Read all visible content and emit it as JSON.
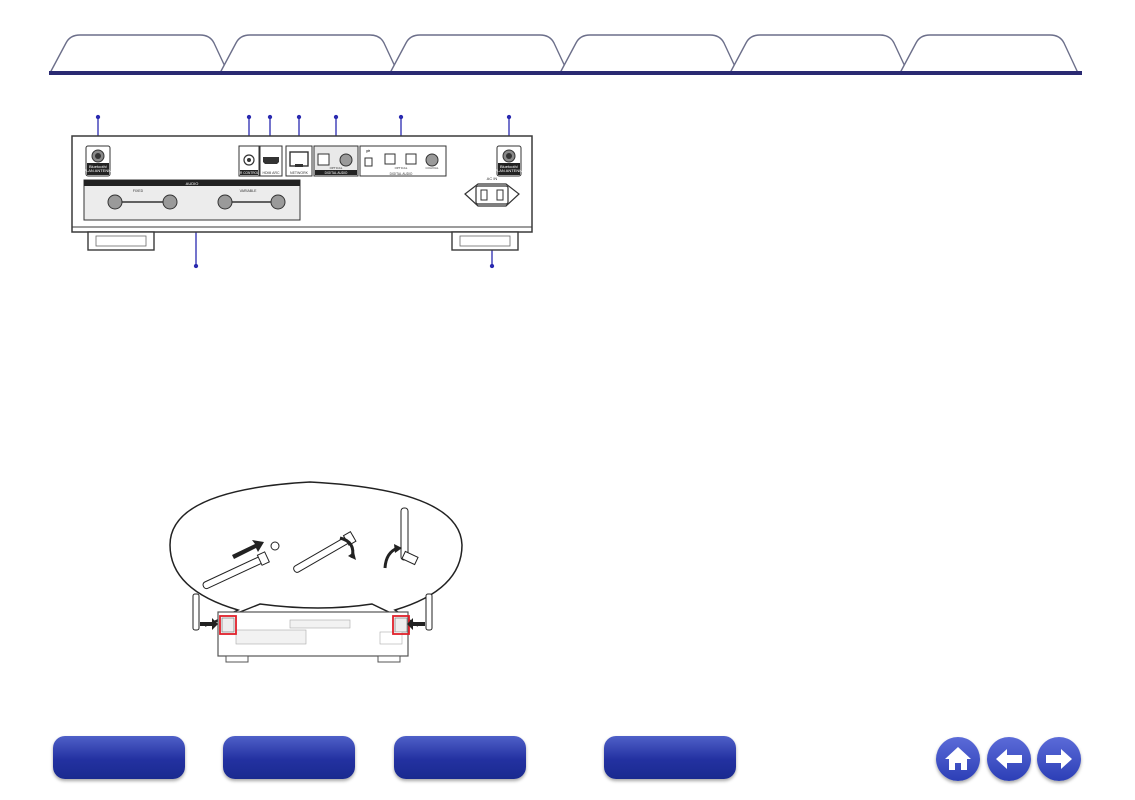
{
  "tabs": [
    {
      "label": ""
    },
    {
      "label": ""
    },
    {
      "label": ""
    },
    {
      "label": ""
    },
    {
      "label": ""
    },
    {
      "label": ""
    }
  ],
  "rear_panel": {
    "bt_antenna_left": "Bluetooth/\nWLAN\nANTENNA",
    "bt_antenna_right": "Bluetooth/\nWLAN\nANTENNA",
    "ir_control": "IR CONTROL",
    "hdmi_arc": "HDMI ARC",
    "network": "NETWORK",
    "digital_audio_out": "DIGITAL AUDIO",
    "digital_audio_in": "DIGITAL AUDIO",
    "optical": "OPTICAL",
    "coaxial": "COAXIAL",
    "audio_section": "AUDIO",
    "fixed": "FIXED",
    "variable": "VARIABLE",
    "ac_in": "AC IN"
  },
  "footer": {
    "buttons": [
      {
        "label": ""
      },
      {
        "label": ""
      },
      {
        "label": ""
      },
      {
        "label": ""
      }
    ],
    "icons": {
      "home": "home-icon",
      "back": "arrow-left-icon",
      "forward": "arrow-right-icon"
    }
  },
  "colors": {
    "accent": "#2331a1",
    "rule": "#2a2a72",
    "callout": "#2a2ab0",
    "highlight": "#e0202a"
  }
}
